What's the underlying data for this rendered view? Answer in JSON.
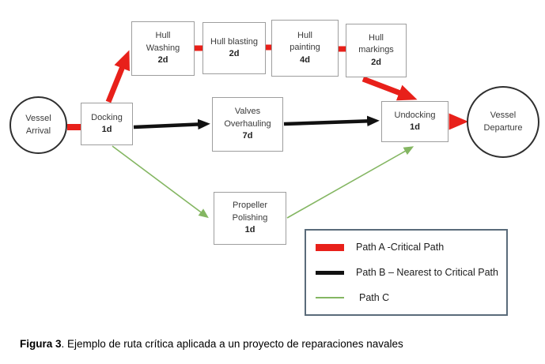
{
  "diagram": {
    "title_implied": "CPM network",
    "nodes": {
      "vessel_arrival": {
        "lines": [
          "Vessel",
          "Arrival"
        ]
      },
      "docking": {
        "lines": [
          "Docking"
        ],
        "duration": "1d"
      },
      "hull_washing": {
        "lines": [
          "Hull",
          "Washing"
        ],
        "duration": "2d"
      },
      "hull_blasting": {
        "lines": [
          "Hull blasting"
        ],
        "duration": "2d"
      },
      "hull_painting": {
        "lines": [
          "Hull",
          "painting"
        ],
        "duration": "4d"
      },
      "hull_markings": {
        "lines": [
          "Hull",
          "markings"
        ],
        "duration": "2d"
      },
      "valves_overhauling": {
        "lines": [
          "Valves",
          "Overhauling"
        ],
        "duration": "7d"
      },
      "propeller_polishing": {
        "lines": [
          "Propeller",
          "Polishing"
        ],
        "duration": "1d"
      },
      "undocking": {
        "lines": [
          "Undocking"
        ],
        "duration": "1d"
      },
      "vessel_departure": {
        "lines": [
          "Vessel",
          "Departure"
        ]
      }
    },
    "edges": [
      {
        "from": "vessel_arrival",
        "to": "docking",
        "path": "A"
      },
      {
        "from": "docking",
        "to": "hull_washing",
        "path": "A"
      },
      {
        "from": "hull_washing",
        "to": "hull_blasting",
        "path": "A"
      },
      {
        "from": "hull_blasting",
        "to": "hull_painting",
        "path": "A"
      },
      {
        "from": "hull_painting",
        "to": "hull_markings",
        "path": "A"
      },
      {
        "from": "hull_markings",
        "to": "undocking",
        "path": "A"
      },
      {
        "from": "undocking",
        "to": "vessel_departure",
        "path": "A"
      },
      {
        "from": "docking",
        "to": "valves_overhauling",
        "path": "B"
      },
      {
        "from": "valves_overhauling",
        "to": "undocking",
        "path": "B"
      },
      {
        "from": "docking",
        "to": "propeller_polishing",
        "path": "C"
      },
      {
        "from": "propeller_polishing",
        "to": "undocking",
        "path": "C"
      }
    ]
  },
  "legend": {
    "items": [
      {
        "label": "Path A -Critical Path",
        "color": "#e8201a",
        "weight": "thick"
      },
      {
        "label": "Path B – Nearest to Critical Path",
        "color": "#111111",
        "weight": "medium"
      },
      {
        "label": "Path C",
        "color": "#84b662",
        "weight": "thin"
      }
    ]
  },
  "caption": {
    "bold": "Figura 3",
    "text": ". Ejemplo de ruta crítica aplicada a un proyecto de reparaciones navales"
  },
  "colors": {
    "path_a": "#e8201a",
    "path_b": "#111111",
    "path_c": "#84b662",
    "box_border": "#9e9e9e",
    "legend_border": "#5a6b7a"
  }
}
